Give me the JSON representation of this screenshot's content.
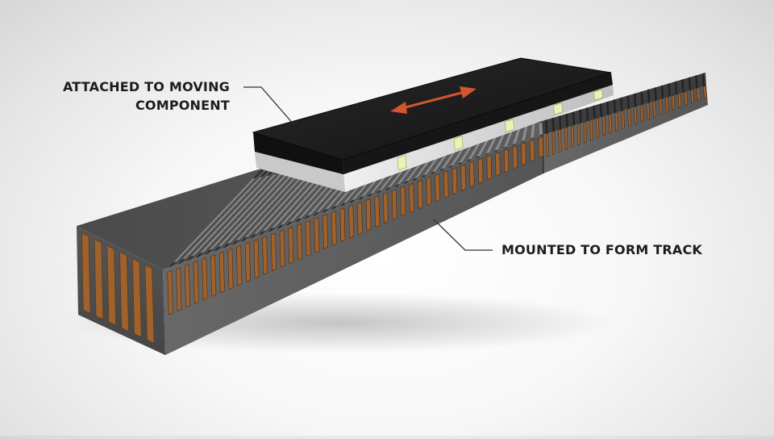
{
  "callouts": {
    "moving_component": {
      "line1": "ATTACHED TO MOVING",
      "line2": "COMPONENT"
    },
    "track": {
      "text": "MOUNTED TO FORM TRACK"
    }
  },
  "colors": {
    "background": "#f2f2f2",
    "track_body": "#6b6b6b",
    "track_side": "#5a5a5a",
    "track_end": "#4c4c4c",
    "coil_copper": "#a0622c",
    "top_plate": "#1b1b1b",
    "backing_plate": "#d9d9d9",
    "magnet": "#ecf2b4",
    "arrow": "#d2562e"
  },
  "icons": {
    "motion_arrow": "double-headed-arrow-icon"
  }
}
